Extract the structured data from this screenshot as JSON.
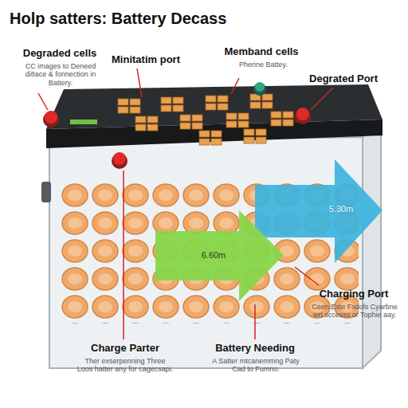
{
  "diagram": {
    "title": "Holp satters: Battery Decass",
    "labels": [
      "Degraded cells",
      "CC images to Deneed di8ace & fonnection in Battery.",
      "Minitatim port",
      "Memband cells",
      "Pherine Battey.",
      "Degrated Port",
      "5.30m",
      "6.60m",
      "Charging Port",
      "Ceen Este Fsdols Cyarbne wrt sccesss or Tophie aay.",
      "Charge Parter",
      "Ther exserpenning Three Loos hatter any for cagecsapi.",
      "Battery Needing",
      "A Satter mtcanemmng Paty Cad to Fumno."
    ]
  }
}
